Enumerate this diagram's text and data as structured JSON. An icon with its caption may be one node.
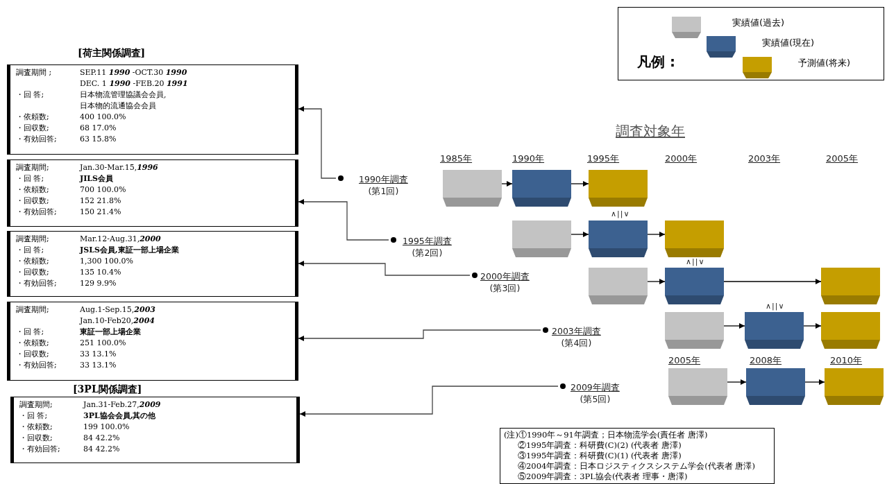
{
  "diagram": {
    "nodes": [
      {
        "text": [
          "調査期間 ;",
          "SEP.11 **1990** -OCT.30 **1990**",
          "DEC. 1 **1990** -FEB.20 **1991**",
          "・回 答;",
          "日本物流管理協議会会員,",
          "日本物的流通協会会員",
          "・依頼数;",
          "400 100.0%",
          "・回収数;",
          "68 17.0%",
          "・有効回答;",
          "63 15.8%"
        ]
      },
      {
        "text": [
          "調査期間;",
          "Jan.30-Mar.15,**1996**",
          "・回 答;",
          "JILS会員",
          "・依頼数;",
          "700 100.0%",
          "・回収数;",
          "152 21.8%",
          "・有効回答;",
          "150 21.4%"
        ]
      },
      {
        "text": [
          "調査期間;",
          "Mar.12-Aug.31,**2000**",
          "・回 答;",
          "JSLS会員,東証一部上場企業",
          "・依頼数;",
          "1,300 100.0%",
          "・回収数;",
          "135 10.4%",
          "・有効回答;",
          "129 9.9%"
        ]
      },
      {
        "text": [
          "調査期間;",
          "Aug.1-Sep.15,**2003**",
          "Jan.10-Feb20,**2004**",
          "・回 答;",
          "東証一部上場企業",
          "・依頼数;",
          "251 100.0%",
          "・回収数;",
          "33 13.1%",
          "・有効回答;",
          "33 13.1%"
        ]
      },
      {
        "text": [
          "調査期間;",
          "Jan.31-Feb.27,**2009**",
          "・回 答;",
          "3PL協会会員,其の他",
          "・依頼数;",
          "199 100.0%",
          "・回収数;",
          "84 42.2%",
          "・有効回答;",
          "84 42.2%"
        ]
      },
      {
        "text": [
          "1990年調査",
          "(第1回)"
        ]
      },
      {
        "text": [
          "1995年調査",
          "(第2回)"
        ]
      },
      {
        "text": [
          "2000年調査",
          "(第3回)"
        ]
      },
      {
        "text": [
          "2003年調査",
          "(第4回)"
        ]
      },
      {
        "text": [
          "2009年調査",
          "(第5回)"
        ]
      },
      {
        "text": [],
        "shape": "box"
      },
      {
        "text": [],
        "shape": "box"
      },
      {
        "text": [],
        "shape": "box"
      },
      {
        "text": [],
        "shape": "box"
      },
      {
        "text": [],
        "shape": "box"
      },
      {
        "text": [],
        "shape": "box"
      },
      {
        "text": [],
        "shape": "box"
      },
      {
        "text": [],
        "shape": "box"
      },
      {
        "text": [],
        "shape": "box"
      },
      {
        "text": [],
        "shape": "box"
      },
      {
        "text": [],
        "shape": "box"
      },
      {
        "text": [],
        "shape": "box"
      },
      {
        "text": [],
        "shape": "box"
      },
      {
        "text": [],
        "shape": "box"
      },
      {
        "text": [],
        "shape": "box"
      }
    ],
    "edges": [
      {
        "from": 5,
        "to": 0,
        "arrow": "to"
      },
      {
        "from": 6,
        "to": 1,
        "arrow": "to"
      },
      {
        "from": 7,
        "to": 2,
        "arrow": "to"
      },
      {
        "from": 8,
        "to": 3,
        "arrow": "to"
      },
      {
        "from": 9,
        "to": 4,
        "arrow": "to"
      },
      {
        "from": 10,
        "to": 11,
        "arrow": "to"
      },
      {
        "from": 11,
        "to": 12,
        "arrow": "to"
      },
      {
        "from": 13,
        "to": 14,
        "arrow": "to"
      },
      {
        "from": 14,
        "to": 15,
        "arrow": "to"
      },
      {
        "from": 16,
        "to": 17,
        "arrow": "to"
      },
      {
        "from": 17,
        "to": 18,
        "arrow": "to"
      },
      {
        "from": 19,
        "to": 20,
        "arrow": "to"
      },
      {
        "from": 20,
        "to": 21,
        "arrow": "to"
      },
      {
        "from": 22,
        "to": 23,
        "arrow": "to"
      },
      {
        "from": 23,
        "to": 24,
        "arrow": "to"
      }
    ],
    "labels": [
      "[荷主関係調査]",
      "凡例 :",
      "調査対象年",
      "1985年",
      "1990年",
      "1995年",
      "2000年",
      "2003年",
      "2005年",
      "∧||∨",
      "∧||∨",
      "∧||∨",
      "2005年",
      "2008年",
      "2010年",
      "[3PL関係調査]",
      "(注)①1990年～91年調査；日本物流学会(責任者 唐澤)",
      "②1995年調査：科研費(C)(2) (代表者 唐澤)",
      "③1995年調査：科研費(C)(1) (代表者 唐澤)",
      "④2004年調査：日本ロジスティクスシステム学会(代表者 唐澤)",
      "⑤2009年調査：3PL協会(代表者 理事・唐澤)"
    ],
    "legend": [
      {
        "text": "実績値(過去)",
        "color": "#c3c3c3"
      },
      {
        "text": "実績値(現在)",
        "color": "#3c6190"
      },
      {
        "text": "予測値(将来)",
        "color": "#c59e00"
      }
    ]
  }
}
